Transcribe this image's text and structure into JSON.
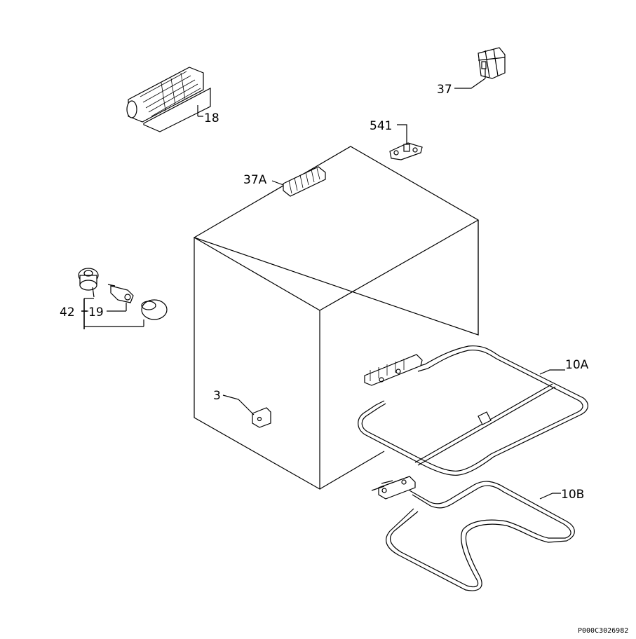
{
  "diagram": {
    "labels": {
      "fan": "18",
      "thermostat": "37",
      "contact": "541",
      "terminal_block": "37A",
      "lamp_group": "42",
      "lamp_holder": "19",
      "bracket": "3",
      "element_top": "10A",
      "element_bottom": "10B"
    },
    "reference_code": "P000C3026982"
  }
}
